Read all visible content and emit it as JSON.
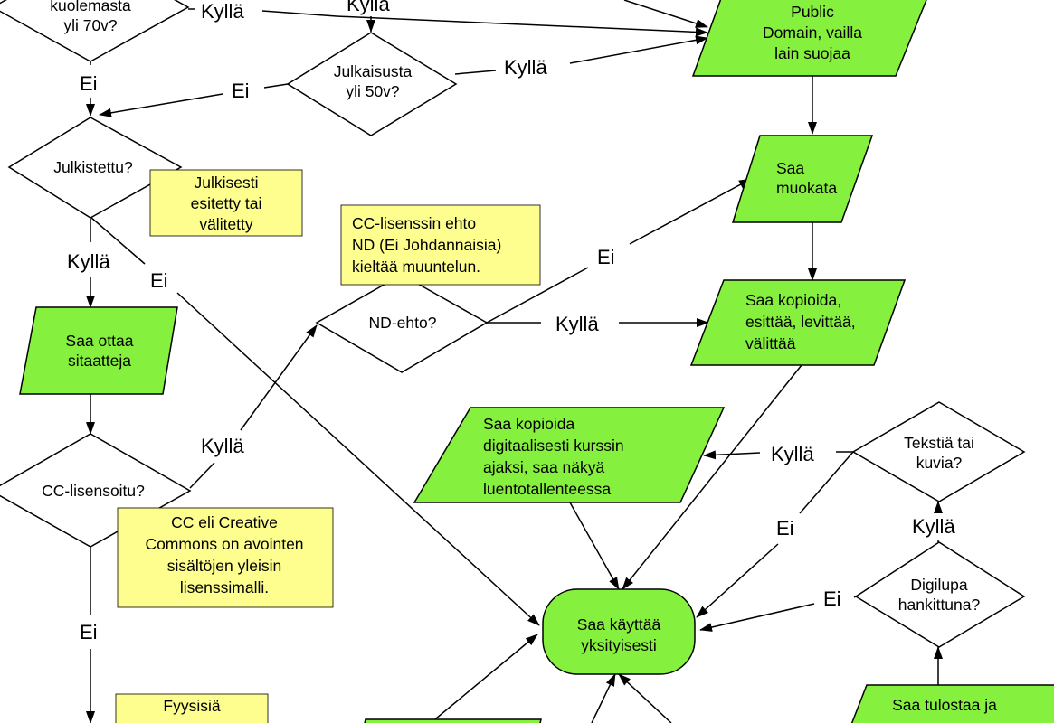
{
  "colors": {
    "green": "#86f03f",
    "yellow": "#fefe8f",
    "white": "#ffffff",
    "line": "#000000"
  },
  "nodes": {
    "died_over_70": {
      "lines": [
        "kuolemasta",
        "yli 70v?"
      ]
    },
    "published_over_50": {
      "lines": [
        "Julkaisusta",
        "yli 50v?"
      ]
    },
    "public_domain": {
      "lines": [
        "Public",
        "Domain, vailla",
        "lain suojaa"
      ]
    },
    "published": {
      "lines": [
        "Julkistettu?"
      ]
    },
    "performed_note": {
      "lines": [
        "Julkisesti",
        "esitetty tai",
        "välitetty"
      ]
    },
    "may_modify": {
      "lines": [
        "Saa",
        "muokata"
      ]
    },
    "nd_note": {
      "lines": [
        "CC-lisenssin ehto",
        "ND (Ei Johdannaisia)",
        "kieltää muuntelun."
      ]
    },
    "nd_condition": {
      "lines": [
        "ND-ehto?"
      ]
    },
    "may_copy": {
      "lines": [
        "Saa kopioida,",
        "esittää, levittää,",
        "välittää"
      ]
    },
    "may_quote": {
      "lines": [
        "Saa ottaa",
        "sitaatteja"
      ]
    },
    "digital_copy": {
      "lines": [
        "Saa kopioida",
        "digitaalisesti kurssin",
        "ajaksi, saa näkyä",
        "luentotallenteessa"
      ]
    },
    "text_or_images": {
      "lines": [
        "Tekstiä tai",
        "kuvia?"
      ]
    },
    "cc_licensed": {
      "lines": [
        "CC-lisensoitu?"
      ]
    },
    "cc_note": {
      "lines": [
        "CC eli Creative",
        "Commons on avointen",
        "sisältöjen yleisin",
        "lisenssimalli."
      ]
    },
    "digilupa": {
      "lines": [
        "Digilupa",
        "hankittuna?"
      ]
    },
    "private_use": {
      "lines": [
        "Saa käyttää",
        "yksityisesti"
      ]
    },
    "physical_note": {
      "lines": [
        "Fyysisiä"
      ]
    },
    "may_print": {
      "lines": [
        "Saa tulostaa ja"
      ]
    }
  },
  "edge_labels": {
    "kylla_1": "Kyllä",
    "kylla_2": "Kyllä",
    "kylla_3": "Kyllä",
    "ei_1": "Ei",
    "ei_2": "Ei",
    "kylla_4": "Kyllä",
    "ei_3": "Ei",
    "ei_4": "Ei",
    "kylla_5": "Kyllä",
    "kylla_6": "Kyllä",
    "kylla_7": "Kyllä",
    "ei_5": "Ei",
    "kylla_8": "Kyllä",
    "ei_6": "Ei",
    "ei_7": "Ei"
  }
}
